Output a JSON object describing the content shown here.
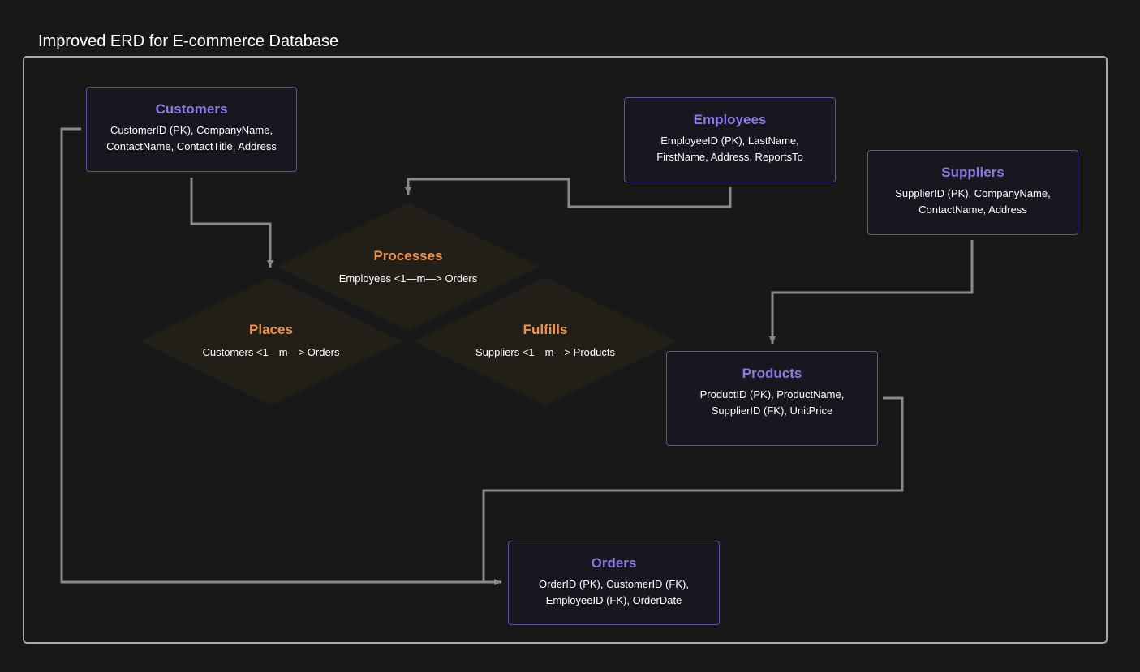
{
  "title": "Improved ERD for E-commerce Database",
  "entities": {
    "customers": {
      "name": "Customers",
      "attrs": [
        "CustomerID (PK), CompanyName,",
        "ContactName, ContactTitle, Address"
      ]
    },
    "employees": {
      "name": "Employees",
      "attrs": [
        "EmployeeID (PK), LastName,",
        "FirstName, Address, ReportsTo"
      ]
    },
    "suppliers": {
      "name": "Suppliers",
      "attrs": [
        "SupplierID (PK), CompanyName,",
        "ContactName, Address"
      ]
    },
    "products": {
      "name": "Products",
      "attrs": [
        "ProductID (PK), ProductName,",
        "SupplierID (FK), UnitPrice"
      ]
    },
    "orders": {
      "name": "Orders",
      "attrs": [
        "OrderID (PK), CustomerID (FK),",
        "EmployeeID (FK), OrderDate"
      ]
    }
  },
  "relationships": {
    "processes": {
      "name": "Processes",
      "cardinality": "Employees <1—m—> Orders"
    },
    "places": {
      "name": "Places",
      "cardinality": "Customers <1—m—> Orders"
    },
    "fulfills": {
      "name": "Fulfills",
      "cardinality": "Suppliers <1—m—> Products"
    }
  },
  "colors": {
    "background": "#181818",
    "entity_title": "#8b78e6",
    "entity_border": "#5b53a6",
    "relationship_title": "#f0914a",
    "relationship_fill": "#221e18",
    "connector": "#8a8a8a"
  }
}
